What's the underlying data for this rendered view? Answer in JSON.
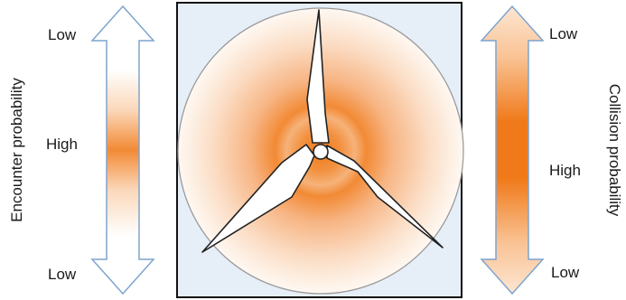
{
  "left_scale": {
    "axis_label": "Encounter probability",
    "top_label": "Low",
    "middle_label": "High",
    "bottom_label": "Low"
  },
  "right_scale": {
    "axis_label": "Collision probability",
    "top_label": "Low",
    "middle_label": "High",
    "bottom_label": "Low"
  },
  "colors": {
    "orange": "#f07a1a",
    "panel_background": "#e6eef8",
    "arrow_outline": "#7fa4cf",
    "blade_fill": "#ffffff",
    "blade_outline": "#222222",
    "circle_outline": "#9a9a9a"
  }
}
